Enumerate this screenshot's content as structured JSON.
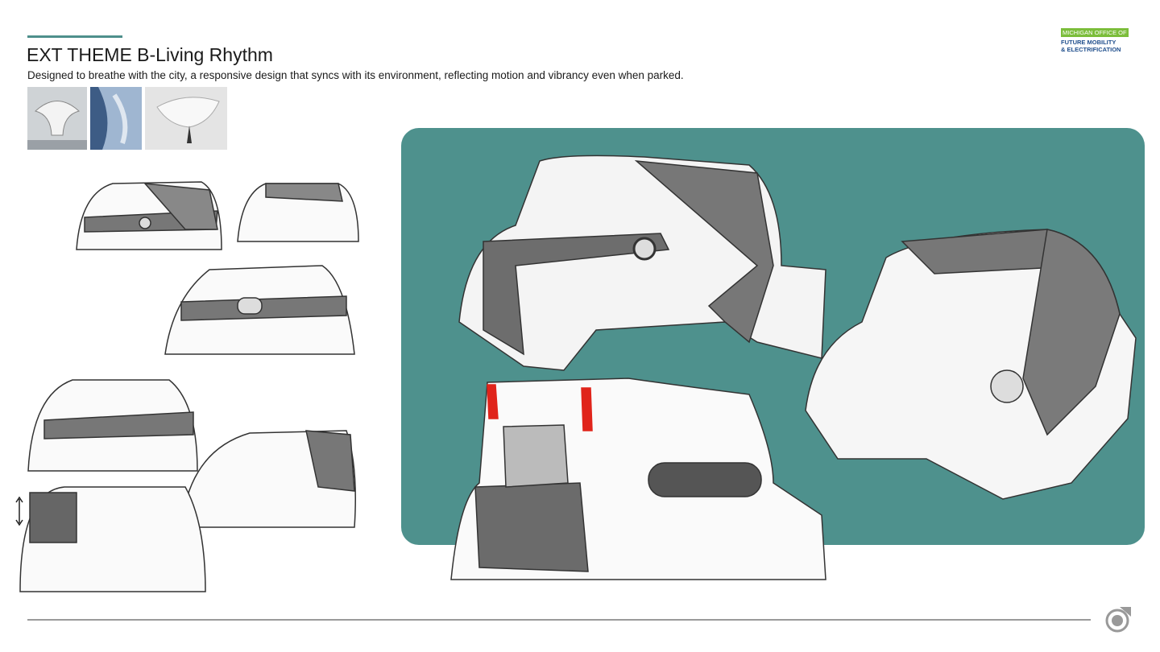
{
  "header": {
    "title": "EXT THEME B-Living Rhythm",
    "subtitle": "Designed to breathe with the city, a responsive design that syncs with its environment, reflecting motion and vibrancy even when parked."
  },
  "logo": {
    "line1": "MICHIGAN OFFICE OF",
    "line2": "FUTURE MOBILITY",
    "line3": "& ELECTRIFICATION"
  },
  "colors": {
    "accent": "#4e8f8b",
    "panel": "#4e918d",
    "brake_light": "#e0241b"
  },
  "footer": {
    "icon": "circle-logo-icon"
  }
}
